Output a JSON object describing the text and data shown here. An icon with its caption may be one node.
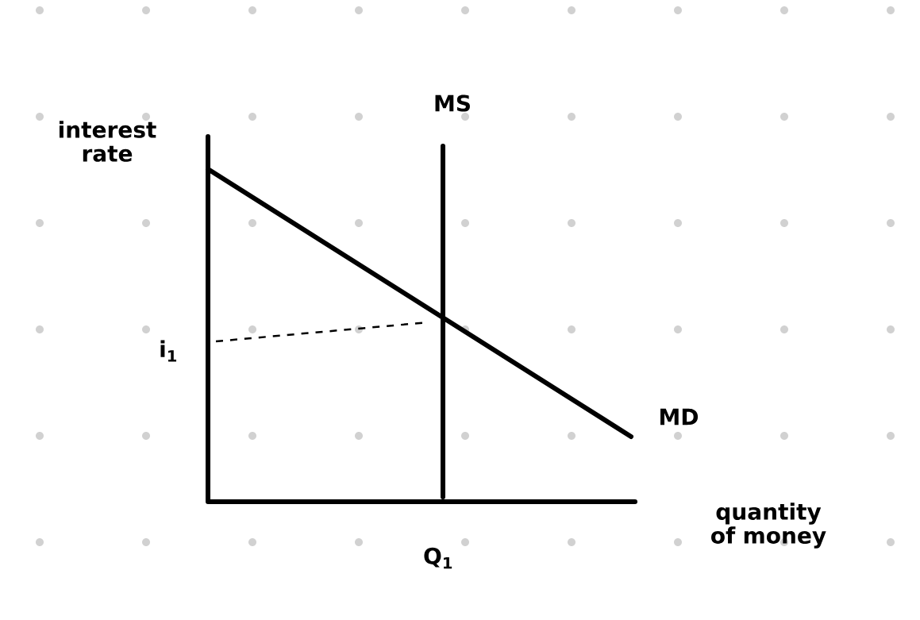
{
  "diagram": {
    "labels": [
      "interest rate",
      "MS",
      "i$_{1}$",
      "MD",
      "quantity of money",
      "Q$_{1}$"
    ]
  }
}
